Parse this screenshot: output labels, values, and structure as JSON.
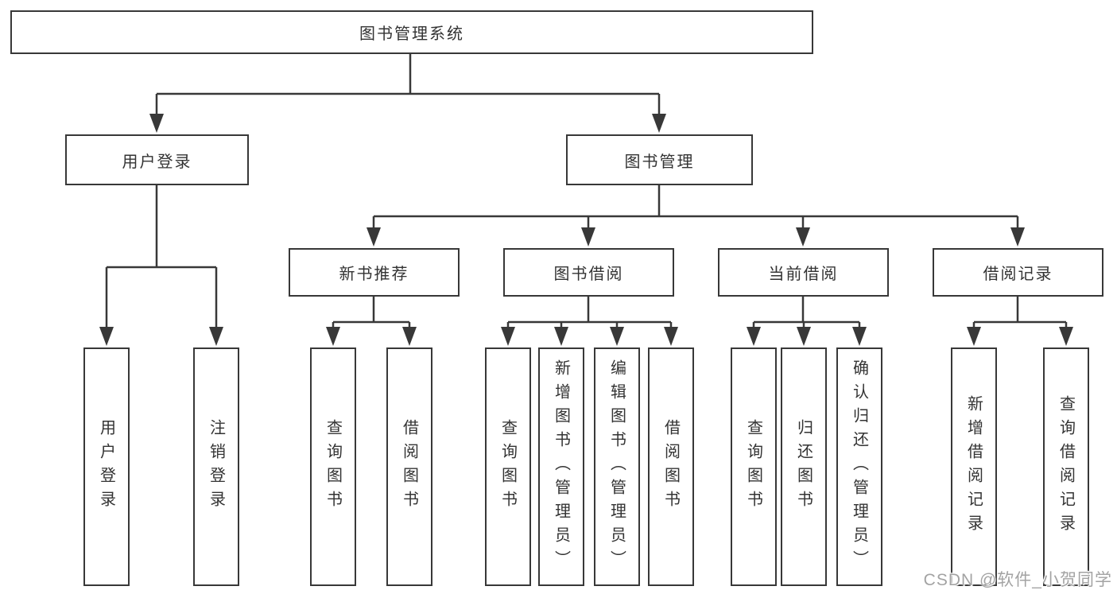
{
  "diagram": {
    "root": {
      "label": "图书管理系统"
    },
    "level2": [
      {
        "label": "用户登录"
      },
      {
        "label": "图书管理"
      }
    ],
    "level3": [
      {
        "label": "新书推荐",
        "parent": "图书管理"
      },
      {
        "label": "图书借阅",
        "parent": "图书管理"
      },
      {
        "label": "当前借阅",
        "parent": "图书管理"
      },
      {
        "label": "借阅记录",
        "parent": "图书管理"
      }
    ],
    "leaves": [
      {
        "label": "用户登录",
        "parent": "用户登录"
      },
      {
        "label": "注销登录",
        "parent": "用户登录"
      },
      {
        "label": "查询图书",
        "parent": "新书推荐"
      },
      {
        "label": "借阅图书",
        "parent": "新书推荐"
      },
      {
        "label": "查询图书",
        "parent": "图书借阅"
      },
      {
        "label": "新增图书（管理员）",
        "parent": "图书借阅"
      },
      {
        "label": "编辑图书（管理员）",
        "parent": "图书借阅"
      },
      {
        "label": "借阅图书",
        "parent": "图书借阅"
      },
      {
        "label": "查询图书",
        "parent": "当前借阅"
      },
      {
        "label": "归还图书",
        "parent": "当前借阅"
      },
      {
        "label": "确认归还（管理员）",
        "parent": "当前借阅"
      },
      {
        "label": "新增借阅记录",
        "parent": "借阅记录"
      },
      {
        "label": "查询借阅记录",
        "parent": "借阅记录"
      }
    ]
  },
  "watermark": {
    "text": "CSDN @软件_小贺同学"
  },
  "colors": {
    "line": "#383838",
    "border": "#383838",
    "text": "#333333",
    "background": "#ffffff",
    "watermark": "#a3a3a3"
  }
}
